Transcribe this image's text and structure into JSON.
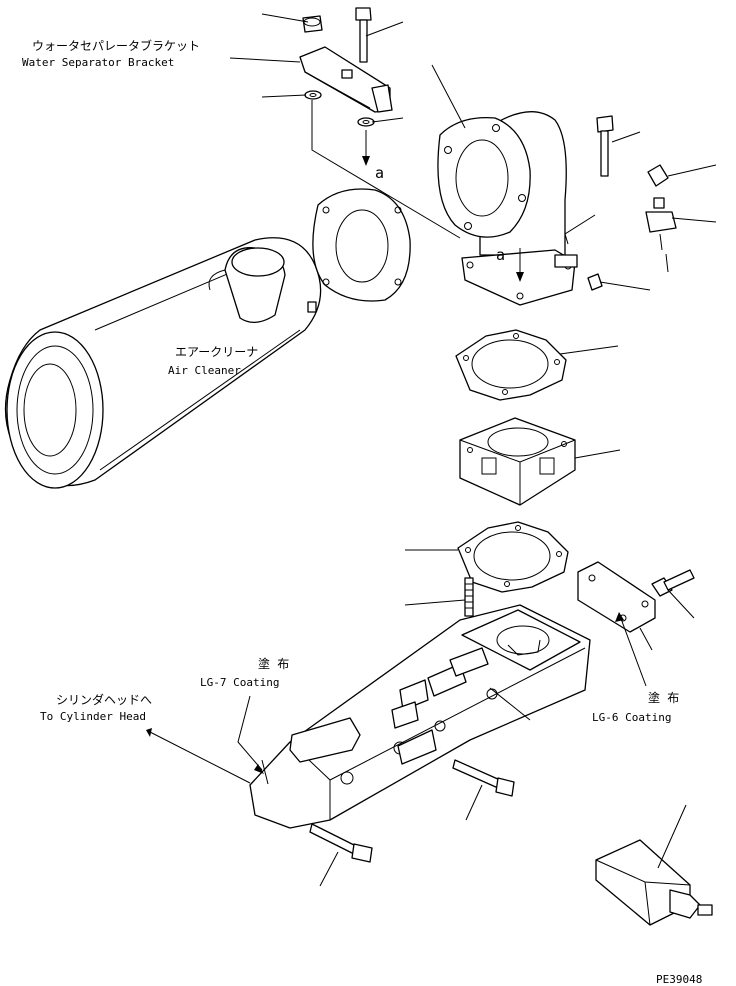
{
  "labels": {
    "water_separator_bracket_jp": "ウォータセパレータブラケット",
    "water_separator_bracket_en": "Water Separator Bracket",
    "air_cleaner_jp": "エアークリーナ",
    "air_cleaner_en": "Air Cleaner",
    "coating_jp_1": "塗 布",
    "coating_lg7": "LG-7 Coating",
    "to_cylinder_head_jp": "シリンダヘッドへ",
    "to_cylinder_head_en": "To Cylinder Head",
    "coating_jp_2": "塗 布",
    "coating_lg6": "LG-6 Coating",
    "marker_a_1": "a",
    "marker_a_2": "a",
    "drawing_number": "PE39048"
  }
}
